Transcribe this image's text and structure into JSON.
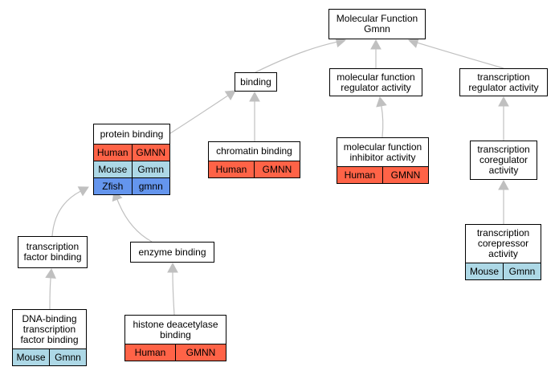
{
  "colors": {
    "human": "#ff6347",
    "mouse": "#add8e6",
    "zfish": "#6495ed",
    "edge": "#c0c0c0"
  },
  "nodes": {
    "mf": {
      "title": "Molecular Function\nGmnn",
      "rows": []
    },
    "bind": {
      "title": "binding",
      "rows": []
    },
    "mfra": {
      "title": "molecular function\nregulator activity",
      "rows": []
    },
    "tra": {
      "title": "transcription\nregulator activity",
      "rows": []
    },
    "pb": {
      "title": "protein binding",
      "rows": [
        {
          "species": "Human",
          "gene": "GMNN",
          "color": "human"
        },
        {
          "species": "Mouse",
          "gene": "Gmnn",
          "color": "mouse"
        },
        {
          "species": "Zfish",
          "gene": "gmnn",
          "color": "zfish"
        }
      ]
    },
    "cb": {
      "title": "chromatin binding",
      "rows": [
        {
          "species": "Human",
          "gene": "GMNN",
          "color": "human"
        }
      ]
    },
    "mfia": {
      "title": "molecular function\ninhibitor activity",
      "rows": [
        {
          "species": "Human",
          "gene": "GMNN",
          "color": "human"
        }
      ]
    },
    "tca": {
      "title": "transcription\ncoregulator\nactivity",
      "rows": []
    },
    "tfb": {
      "title": "transcription\nfactor binding",
      "rows": []
    },
    "eb": {
      "title": "enzyme binding",
      "rows": []
    },
    "tcra": {
      "title": "transcription\ncorepressor\nactivity",
      "rows": [
        {
          "species": "Mouse",
          "gene": "Gmnn",
          "color": "mouse"
        }
      ]
    },
    "dbtf": {
      "title": "DNA-binding\ntranscription\nfactor binding",
      "rows": [
        {
          "species": "Mouse",
          "gene": "Gmnn",
          "color": "mouse"
        }
      ]
    },
    "hdb": {
      "title": "histone deacetylase\nbinding",
      "rows": [
        {
          "species": "Human",
          "gene": "GMNN",
          "color": "human"
        }
      ]
    }
  },
  "edges": [
    {
      "from": "bind",
      "to": "mf"
    },
    {
      "from": "mfra",
      "to": "mf"
    },
    {
      "from": "tra",
      "to": "mf"
    },
    {
      "from": "pb",
      "to": "bind"
    },
    {
      "from": "cb",
      "to": "bind"
    },
    {
      "from": "mfia",
      "to": "mfra"
    },
    {
      "from": "tca",
      "to": "tra"
    },
    {
      "from": "tcra",
      "to": "tca"
    },
    {
      "from": "tfb",
      "to": "pb"
    },
    {
      "from": "eb",
      "to": "pb"
    },
    {
      "from": "dbtf",
      "to": "tfb"
    },
    {
      "from": "hdb",
      "to": "eb"
    }
  ]
}
